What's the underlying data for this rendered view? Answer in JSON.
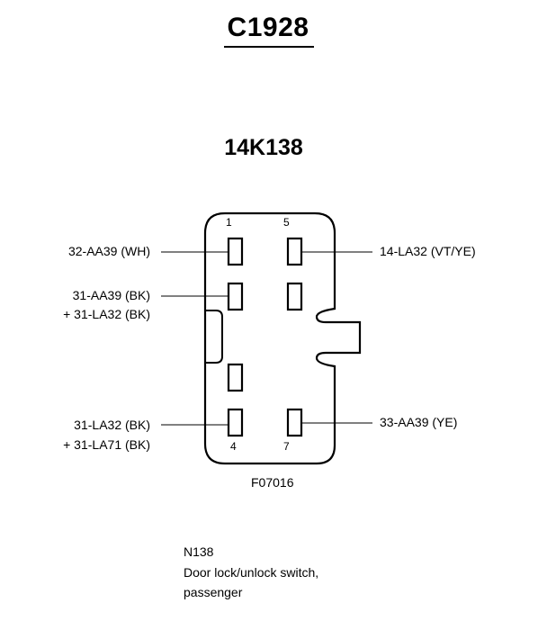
{
  "connector": {
    "id": "C1928",
    "part_number": "14K138",
    "figure_id": "F07016"
  },
  "pins": {
    "pin1": "1",
    "pin5": "5",
    "pin4": "4",
    "pin7": "7"
  },
  "wires": {
    "left_1": "32-AA39 (WH)",
    "left_2_line1": "31-AA39 (BK)",
    "left_2_line2": "+ 31-LA32 (BK)",
    "left_3_line1": "31-LA32 (BK)",
    "left_3_line2": "+ 31-LA71 (BK)",
    "right_1": "14-LA32 (VT/YE)",
    "right_2": "33-AA39 (YE)"
  },
  "caption": {
    "code": "N138",
    "line1": "Door lock/unlock switch,",
    "line2": "passenger"
  }
}
